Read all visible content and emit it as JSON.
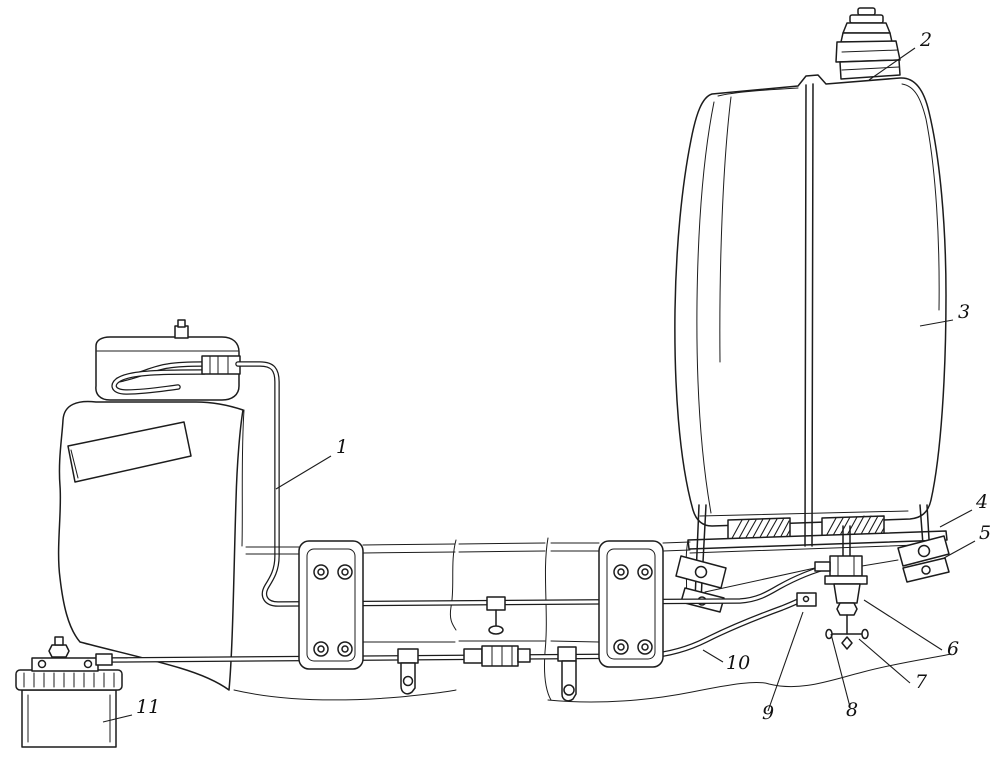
{
  "figure": {
    "background_color": "#ffffff",
    "line_color": "#1c1c1c",
    "callouts": [
      {
        "label": "1"
      },
      {
        "label": "2"
      },
      {
        "label": "3"
      },
      {
        "label": "4"
      },
      {
        "label": "5"
      },
      {
        "label": "6"
      },
      {
        "label": "7"
      },
      {
        "label": "8"
      },
      {
        "label": "9"
      },
      {
        "label": "10"
      },
      {
        "label": "11"
      }
    ]
  }
}
